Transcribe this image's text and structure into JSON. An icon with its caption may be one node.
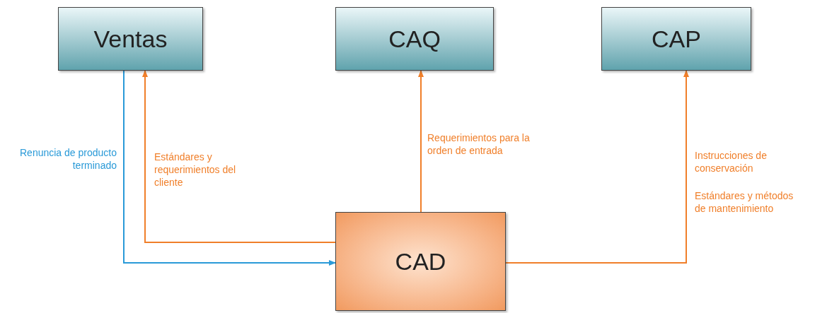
{
  "diagram": {
    "nodes": [
      {
        "text": [
          "Ventas"
        ]
      },
      {
        "text": [
          "CAQ"
        ]
      },
      {
        "text": [
          "CAP"
        ]
      },
      {
        "text": [
          "CAD"
        ]
      }
    ],
    "edges": [
      {
        "from": 3,
        "to": 0,
        "arrow": "to",
        "label": "Estándares y requerimientos del cliente"
      },
      {
        "from": 0,
        "to": 3,
        "arrow": "to",
        "label": "Renuncia de producto terminado",
        "color": "#2a9ad8"
      },
      {
        "from": 3,
        "to": 1,
        "arrow": "to",
        "label": "Requerimientos para la orden de entrada"
      },
      {
        "from": 3,
        "to": 2,
        "arrow": "to",
        "label": "Instrucciones de conservación"
      }
    ],
    "labels": [
      "Estándares y métodos de mantenimiento"
    ]
  }
}
